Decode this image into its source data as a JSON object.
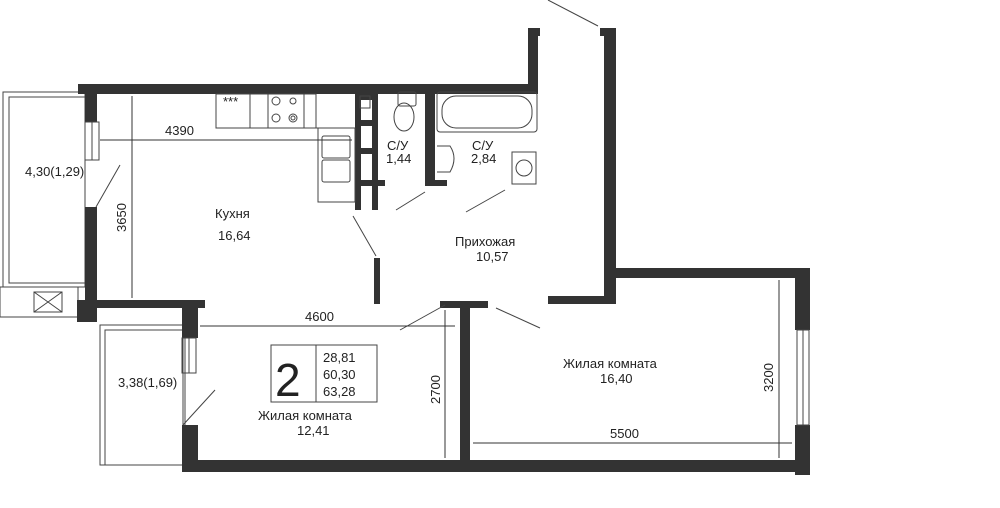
{
  "colors": {
    "wall": "#333333",
    "line": "#444444",
    "background": "#ffffff"
  },
  "rooms": [
    {
      "name": "Кухня",
      "area": "16,64"
    },
    {
      "name": "С/У",
      "area": "1,44"
    },
    {
      "name": "С/У",
      "area": "2,84"
    },
    {
      "name": "Прихожая",
      "area": "10,57"
    },
    {
      "name": "Жилая комната",
      "area": "16,40"
    },
    {
      "name": "Жилая комната",
      "area": "12,41"
    }
  ],
  "balconies": [
    {
      "area": "4,30(1,29)"
    },
    {
      "area": "3,38(1,69)"
    }
  ],
  "dimensions": [
    "4390",
    "3650",
    "4600",
    "2700",
    "5500",
    "3200"
  ],
  "summary": {
    "rooms_count": "2",
    "living_area": "28,81",
    "total_area": "60,30",
    "total_area_with_balconies": "63,28"
  },
  "appliance": {
    "hob_marks": "***"
  }
}
